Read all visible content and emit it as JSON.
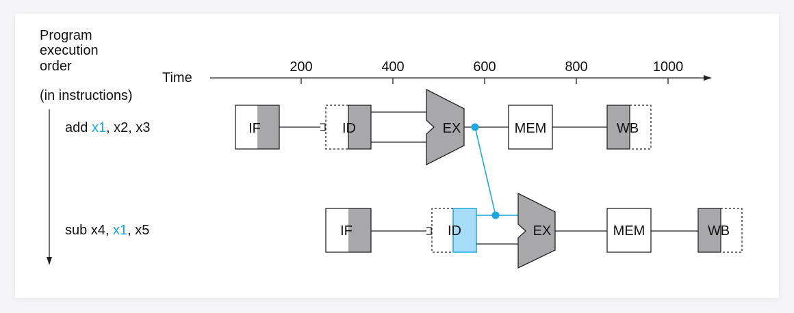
{
  "header": {
    "order_label_lines": [
      "Program",
      "execution",
      "order",
      "(in instructions)"
    ],
    "time_label": "Time",
    "ticks": [
      "200",
      "400",
      "600",
      "800",
      "1000"
    ]
  },
  "instructions": [
    {
      "pre": "add ",
      "highlight": "x1",
      "post": ", x2, x3",
      "stages": [
        "IF",
        "ID",
        "EX",
        "MEM",
        "WB"
      ]
    },
    {
      "pre": "sub x4, ",
      "highlight": "x1",
      "post": ", x5",
      "stages": [
        "IF",
        "ID",
        "EX",
        "MEM",
        "WB"
      ]
    }
  ],
  "colors": {
    "gray": "#a8a8ab",
    "forward": "#1ba8e0",
    "id_fill": "#a6dcf5",
    "line": "#222222"
  }
}
